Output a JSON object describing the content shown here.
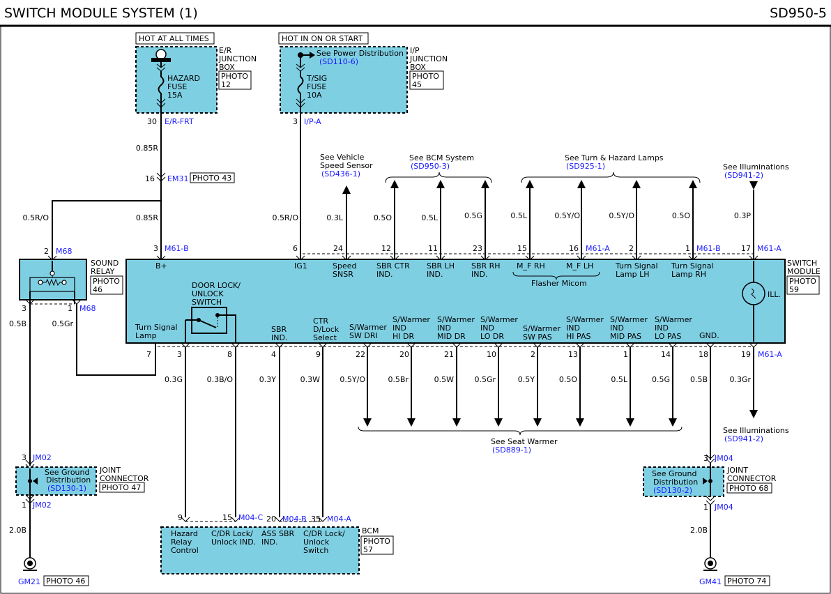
{
  "header": {
    "title": "SWITCH MODULE SYSTEM (1)",
    "code": "SD950-5"
  },
  "er_box": {
    "hot_label": "HOT AT ALL TIMES",
    "name": [
      "E/R",
      "JUNCTION",
      "BOX"
    ],
    "photo": [
      "PHOTO",
      "12"
    ],
    "fuse": [
      "HAZARD",
      "FUSE",
      "15A"
    ],
    "pin": "30",
    "connector": "E/R-FRT"
  },
  "ip_box": {
    "hot_label": "HOT IN ON OR START",
    "name": [
      "I/P",
      "JUNCTION",
      "BOX"
    ],
    "photo": [
      "PHOTO",
      "45"
    ],
    "see_text": "See Power Distribution",
    "see_ref": "(SD110-6)",
    "fuse": [
      "T/SIG",
      "FUSE",
      "10A"
    ],
    "pin": "3",
    "connector": "I/P-A"
  },
  "em31": {
    "pin": "16",
    "name": "EM31",
    "photo": "PHOTO 43"
  },
  "wires": {
    "w_085r_top": "0.85R",
    "w_085r_bot": "0.85R",
    "w_05ro_left": "0.5R/O",
    "w_05ro_ig": "0.5R/O",
    "w_03l": "0.3L",
    "w_05o_a": "0.5O",
    "w_05l_a": "0.5L",
    "w_05g": "0.5G",
    "w_05l_b": "0.5L",
    "w_05yo_a": "0.5Y/O",
    "w_05yo_b": "0.5Y/O",
    "w_05o_b": "0.5O",
    "w_03p": "0.3P",
    "w_05b_left": "0.5B",
    "w_05gr": "0.5Gr",
    "w_20b_left": "2.0B",
    "w_20b_right": "2.0B",
    "w_05b_right": "0.5B",
    "w_03gr": "0.3Gr"
  },
  "refs_top": {
    "speed": [
      "See Vehicle",
      "Speed Sensor"
    ],
    "speed_ref": "(SD436-1)",
    "bcm": "See BCM System",
    "bcm_ref": "(SD950-3)",
    "turn": "See Turn & Hazard Lamps",
    "turn_ref": "(SD925-1)",
    "illum": "See Illuminations",
    "illum_ref": "(SD941-2)"
  },
  "top_pins": {
    "p3": "3",
    "c_m61b_a": "M61-B",
    "p6": "6",
    "p24": "24",
    "p12": "12",
    "p11": "11",
    "p23": "23",
    "p15": "15",
    "p16": "16",
    "c_m61a_a": "M61-A",
    "p2": "2",
    "p1": "1",
    "c_m61b_b": "M61-B",
    "p17": "17",
    "c_m61a_b": "M61-A"
  },
  "module_top_labels": {
    "bplus": "B+",
    "ig1": "IG1",
    "speed": [
      "Speed",
      "SNSR"
    ],
    "sbr_ctr": [
      "SBR CTR",
      "IND."
    ],
    "sbr_lh": [
      "SBR LH",
      "IND."
    ],
    "sbr_rh": [
      "SBR RH",
      "IND."
    ],
    "mf_rh": "M_F RH",
    "mf_lh": "M_F LH",
    "flasher": "Flasher Micom",
    "ts_lh": [
      "Turn Signal",
      "Lamp LH"
    ],
    "ts_rh": [
      "Turn Signal",
      "Lamp RH"
    ]
  },
  "switch_module": {
    "name": [
      "SWITCH",
      "MODULE"
    ],
    "photo": [
      "PHOTO",
      "59"
    ],
    "ill": "ILL."
  },
  "door_lock": [
    "DOOR LOCK/",
    "UNLOCK",
    "SWITCH"
  ],
  "module_bottom_labels": {
    "turn_lamp": [
      "Turn Signal",
      "Lamp"
    ],
    "sbr_ind": [
      "SBR",
      "IND."
    ],
    "ctr": [
      "CTR",
      "D/Lock",
      "Select"
    ],
    "sw_dri": [
      "S/Warmer",
      "SW DRI"
    ],
    "ind_hi_dr": [
      "S/Warmer",
      "IND",
      "HI DR"
    ],
    "ind_mid_dr": [
      "S/Warmer",
      "IND",
      "MID DR"
    ],
    "ind_lo_dr": [
      "S/Warmer",
      "IND",
      "LO DR"
    ],
    "sw_pas": [
      "S/Warmer",
      "SW PAS"
    ],
    "ind_hi_pas": [
      "S/Warmer",
      "IND",
      "HI PAS"
    ],
    "ind_mid_pas": [
      "S/Warmer",
      "IND",
      "MID PAS"
    ],
    "ind_lo_pas": [
      "S/Warmer",
      "IND",
      "LO PAS"
    ],
    "gnd": "GND."
  },
  "bottom_pins": {
    "p7": "7",
    "p3": "3",
    "p8": "8",
    "p4": "4",
    "p9": "9",
    "p22": "22",
    "p20": "20",
    "p21": "21",
    "p10": "10",
    "p2": "2",
    "p13": "13",
    "p1": "1",
    "p14": "14",
    "p18": "18",
    "p19": "19",
    "c_m61a": "M61-A"
  },
  "bottom_wires": {
    "b_03g": "0.3G",
    "b_03bo": "0.3B/O",
    "b_03y": "0.3Y",
    "b_03w": "0.3W",
    "b_05yo": "0.5Y/O",
    "b_05br": "0.5Br",
    "b_05w": "0.5W",
    "b_05gr": "0.5Gr",
    "b_05y": "0.5Y",
    "b_05o": "0.5O",
    "b_05l": "0.5L",
    "b_05g": "0.5G"
  },
  "seat_ref": {
    "text": "See Seat Warmer",
    "ref": "(SD889-1)"
  },
  "illum_bottom": {
    "text": "See Illuminations",
    "ref": "(SD941-2)"
  },
  "sound_relay": {
    "name": [
      "SOUND",
      "RELAY"
    ],
    "photo": [
      "PHOTO",
      "46"
    ],
    "pin2": "2",
    "pin3": "3",
    "pin1": "1",
    "conn_top": "M68",
    "conn_bot": "M68"
  },
  "jm02": {
    "pin_top": "3",
    "pin_bot": "1",
    "name_top": "JM02",
    "name_bot": "JM02",
    "see": [
      "See Ground",
      "Distribution"
    ],
    "ref": "(SD130-1)",
    "label": [
      "JOINT",
      "CONNECTOR"
    ],
    "photo": "PHOTO 47"
  },
  "jm04": {
    "pin_top": "3",
    "pin_bot": "1",
    "name_top": "JM04",
    "name_bot": "JM04",
    "see": [
      "See Ground",
      "Distribution"
    ],
    "ref": "(SD130-2)",
    "label": [
      "JOINT",
      "CONNECTOR"
    ],
    "photo": "PHOTO 68"
  },
  "bcm": {
    "name": "BCM",
    "photo": [
      "PHOTO",
      "57"
    ],
    "pins": {
      "p9": "9",
      "p15": "15",
      "c_m04c": "M04-C",
      "p20": "20",
      "c_m04b": "M04-B",
      "p35": "35",
      "c_m04a": "M04-A"
    },
    "labels": {
      "hazard": [
        "Hazard",
        "Relay",
        "Control"
      ],
      "cdr_ind": [
        "C/DR Lock/",
        "Unlock IND."
      ],
      "ass": [
        "ASS SBR",
        "IND."
      ],
      "cdr_sw": [
        "C/DR Lock/",
        "Unlock",
        "Switch"
      ]
    }
  },
  "grounds": {
    "gm21": "GM21",
    "gm21_photo": "PHOTO 46",
    "gm41": "GM41",
    "gm41_photo": "PHOTO 74"
  }
}
